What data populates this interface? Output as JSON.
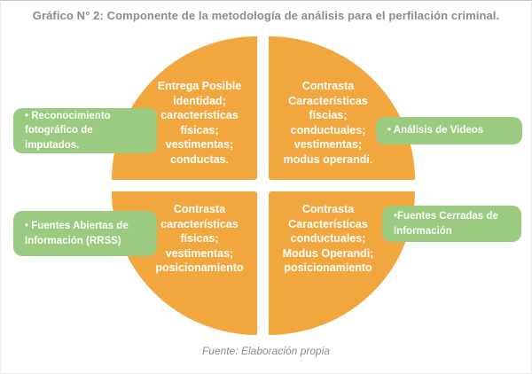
{
  "title": "Gráfico N° 2: Componente de la metodología de análisis para el perfilación criminal.",
  "diagram": {
    "colors": {
      "quadrant_orange": "#F2A73E",
      "callout_green": "#9BCB80",
      "quadrant_text": "#FFFFFF",
      "title_gray": "#8C8C8C",
      "caption_gray": "#8A8A8A"
    },
    "quadrants": [
      {
        "position": "top-left",
        "text": "Entrega Posible identidad; características físicas; vestimentas; conductas."
      },
      {
        "position": "top-right",
        "text": "Contrasta Características físcias; conductuales; vestimentas; modus operandi."
      },
      {
        "position": "bottom-left",
        "text": "Contrasta características físicas; vestimentas; posicionamiento"
      },
      {
        "position": "bottom-right",
        "text": "Contrasta Características conductuales; Modus Operandi; posicionamiento"
      }
    ],
    "callouts": [
      {
        "position": "left-top",
        "text": "• Reconocimiento fotográfico de imputados."
      },
      {
        "position": "left-bottom",
        "text": "• Fuentes Abiertas de Información (RRSS)"
      },
      {
        "position": "right-top",
        "text": "• Análisis de Videos"
      },
      {
        "position": "right-bottom",
        "text": "•Fuentes Cerradas de Información"
      }
    ]
  },
  "caption": "Fuente: Elaboración propia"
}
